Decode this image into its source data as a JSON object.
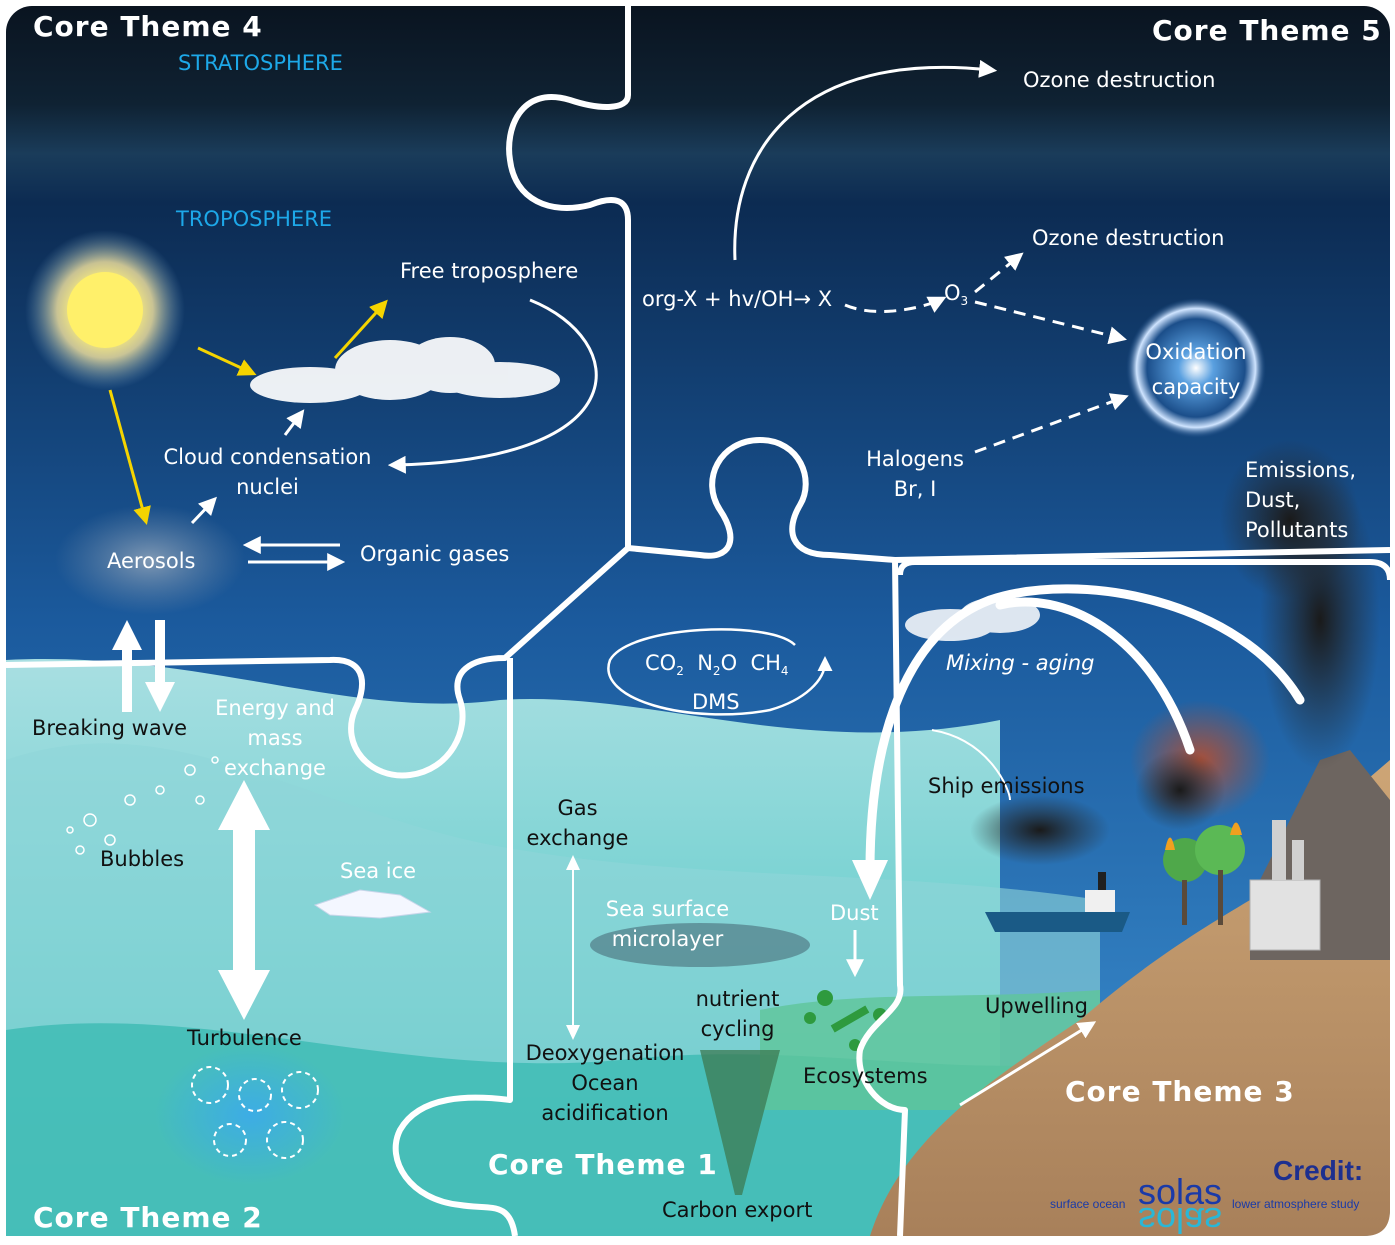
{
  "themes": {
    "t1": "Core Theme 1",
    "t2": "Core Theme 2",
    "t3": "Core Theme 3",
    "t4": "Core Theme 4",
    "t5": "Core Theme 5"
  },
  "layers": {
    "stratosphere": "STRATOSPHERE",
    "troposphere": "TROPOSPHERE"
  },
  "labels": {
    "free_troposphere": "Free troposphere",
    "ccn_1": "Cloud condensation",
    "ccn_2": "nuclei",
    "aerosols": "Aerosols",
    "organic_gases": "Organic gases",
    "breaking_wave": "Breaking wave",
    "energy_1": "Energy and",
    "energy_2": "mass",
    "energy_3": "exchange",
    "bubbles": "Bubbles",
    "sea_ice": "Sea ice",
    "turbulence": "Turbulence",
    "ozone_top": "Ozone destruction",
    "ozone_mid": "Ozone destruction",
    "orgx": "org-X + hv/OH→ X",
    "o3_main": "O",
    "o3_sub": "3",
    "oxidation_1": "Oxidation",
    "oxidation_2": "capacity",
    "halogens_1": "Halogens",
    "halogens_2": "Br, I",
    "emissions_1": "Emissions,",
    "emissions_2": "Dust,",
    "emissions_3": "Pollutants",
    "gases_co2": "CO",
    "gases_co2_sub": "2",
    "gases_n2o_a": "N",
    "gases_n2o_sub": "2",
    "gases_n2o_b": "O",
    "gases_ch4": "CH",
    "gases_ch4_sub": "4",
    "dms": "DMS",
    "mixing": "Mixing - aging",
    "ship_emissions": "Ship emissions",
    "gas_exchange_1": "Gas",
    "gas_exchange_2": "exchange",
    "microlayer_1": "Sea surface",
    "microlayer_2": "microlayer",
    "dust": "Dust",
    "nutrient_1": "nutrient",
    "nutrient_2": "cycling",
    "upwelling": "Upwelling",
    "deox_1": "Deoxygenation",
    "deox_2": "Ocean",
    "deox_3": "acidification",
    "ecosystems": "Ecosystems",
    "carbon_export": "Carbon export"
  },
  "credit": {
    "title": "Credit:",
    "logo": "solas",
    "left": "surface ocean",
    "right": "lower atmosphere study"
  },
  "colors": {
    "sky_top": "#0b1a2c",
    "sky_mid": "#1a4f8a",
    "sky_low": "#3a8ed0",
    "sea_light": "#9edbe0",
    "sea_deep": "#3fbdb8",
    "land": "#c9a071",
    "sun_arrow": "#f5d400",
    "layer_text": "#1da8e8",
    "credit_title": "#1d2f8f"
  }
}
